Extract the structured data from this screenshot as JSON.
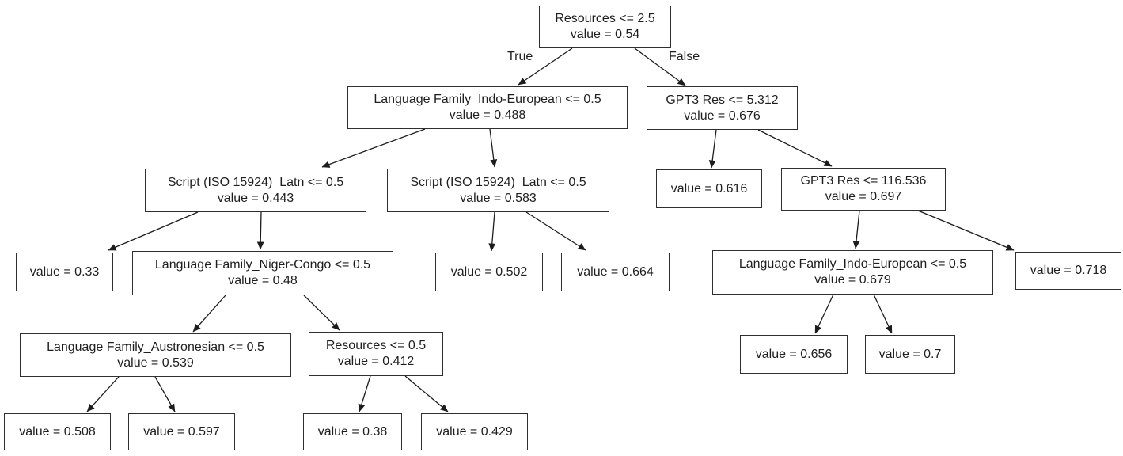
{
  "diagram": {
    "type": "decision-tree",
    "colors": {
      "background": "#ffffff",
      "node_fill": "#ffffff",
      "node_border": "#2f2f2f",
      "text": "#1e1e1e",
      "arrow": "#1c1c1c"
    },
    "nodes": [
      {
        "id": "root",
        "condition": "Resources <= 2.5",
        "value": "value = 0.54"
      },
      {
        "id": "indo-european-left",
        "condition": "Language Family_Indo-European <= 0.5",
        "value": "value = 0.488"
      },
      {
        "id": "gpt3-res-5-312",
        "condition": "GPT3 Res <= 5.312",
        "value": "value = 0.676"
      },
      {
        "id": "script-latn-left",
        "condition": "Script (ISO 15924)_Latn <= 0.5",
        "value": "value = 0.443"
      },
      {
        "id": "script-latn-right",
        "condition": "Script (ISO 15924)_Latn <= 0.5",
        "value": "value = 0.583"
      },
      {
        "id": "leaf-0-616",
        "value": "value = 0.616"
      },
      {
        "id": "gpt3-res-116-536",
        "condition": "GPT3 Res <= 116.536",
        "value": "value = 0.697"
      },
      {
        "id": "leaf-0-33",
        "value": "value = 0.33"
      },
      {
        "id": "niger-congo",
        "condition": "Language Family_Niger-Congo <= 0.5",
        "value": "value = 0.48"
      },
      {
        "id": "leaf-0-502",
        "value": "value = 0.502"
      },
      {
        "id": "leaf-0-664",
        "value": "value = 0.664"
      },
      {
        "id": "indo-european-right",
        "condition": "Language Family_Indo-European <= 0.5",
        "value": "value = 0.679"
      },
      {
        "id": "leaf-0-718",
        "value": "value = 0.718"
      },
      {
        "id": "austronesian",
        "condition": "Language Family_Austronesian <= 0.5",
        "value": "value = 0.539"
      },
      {
        "id": "resources-0-5",
        "condition": "Resources <= 0.5",
        "value": "value = 0.412"
      },
      {
        "id": "leaf-0-656",
        "value": "value = 0.656"
      },
      {
        "id": "leaf-0-7",
        "value": "value = 0.7"
      },
      {
        "id": "leaf-0-508",
        "value": "value = 0.508"
      },
      {
        "id": "leaf-0-597",
        "value": "value = 0.597"
      },
      {
        "id": "leaf-0-38",
        "value": "value = 0.38"
      },
      {
        "id": "leaf-0-429",
        "value": "value = 0.429"
      }
    ],
    "edges": [
      {
        "from": "root",
        "to": "indo-european-left",
        "label": "True"
      },
      {
        "from": "root",
        "to": "gpt3-res-5-312",
        "label": "False"
      },
      {
        "from": "indo-european-left",
        "to": "script-latn-left"
      },
      {
        "from": "indo-european-left",
        "to": "script-latn-right"
      },
      {
        "from": "gpt3-res-5-312",
        "to": "leaf-0-616"
      },
      {
        "from": "gpt3-res-5-312",
        "to": "gpt3-res-116-536"
      },
      {
        "from": "script-latn-left",
        "to": "leaf-0-33"
      },
      {
        "from": "script-latn-left",
        "to": "niger-congo"
      },
      {
        "from": "script-latn-right",
        "to": "leaf-0-502"
      },
      {
        "from": "script-latn-right",
        "to": "leaf-0-664"
      },
      {
        "from": "gpt3-res-116-536",
        "to": "indo-european-right"
      },
      {
        "from": "gpt3-res-116-536",
        "to": "leaf-0-718"
      },
      {
        "from": "niger-congo",
        "to": "austronesian"
      },
      {
        "from": "niger-congo",
        "to": "resources-0-5"
      },
      {
        "from": "indo-european-right",
        "to": "leaf-0-656"
      },
      {
        "from": "indo-european-right",
        "to": "leaf-0-7"
      },
      {
        "from": "austronesian",
        "to": "leaf-0-508"
      },
      {
        "from": "austronesian",
        "to": "leaf-0-597"
      },
      {
        "from": "resources-0-5",
        "to": "leaf-0-38"
      },
      {
        "from": "resources-0-5",
        "to": "leaf-0-429"
      }
    ]
  }
}
